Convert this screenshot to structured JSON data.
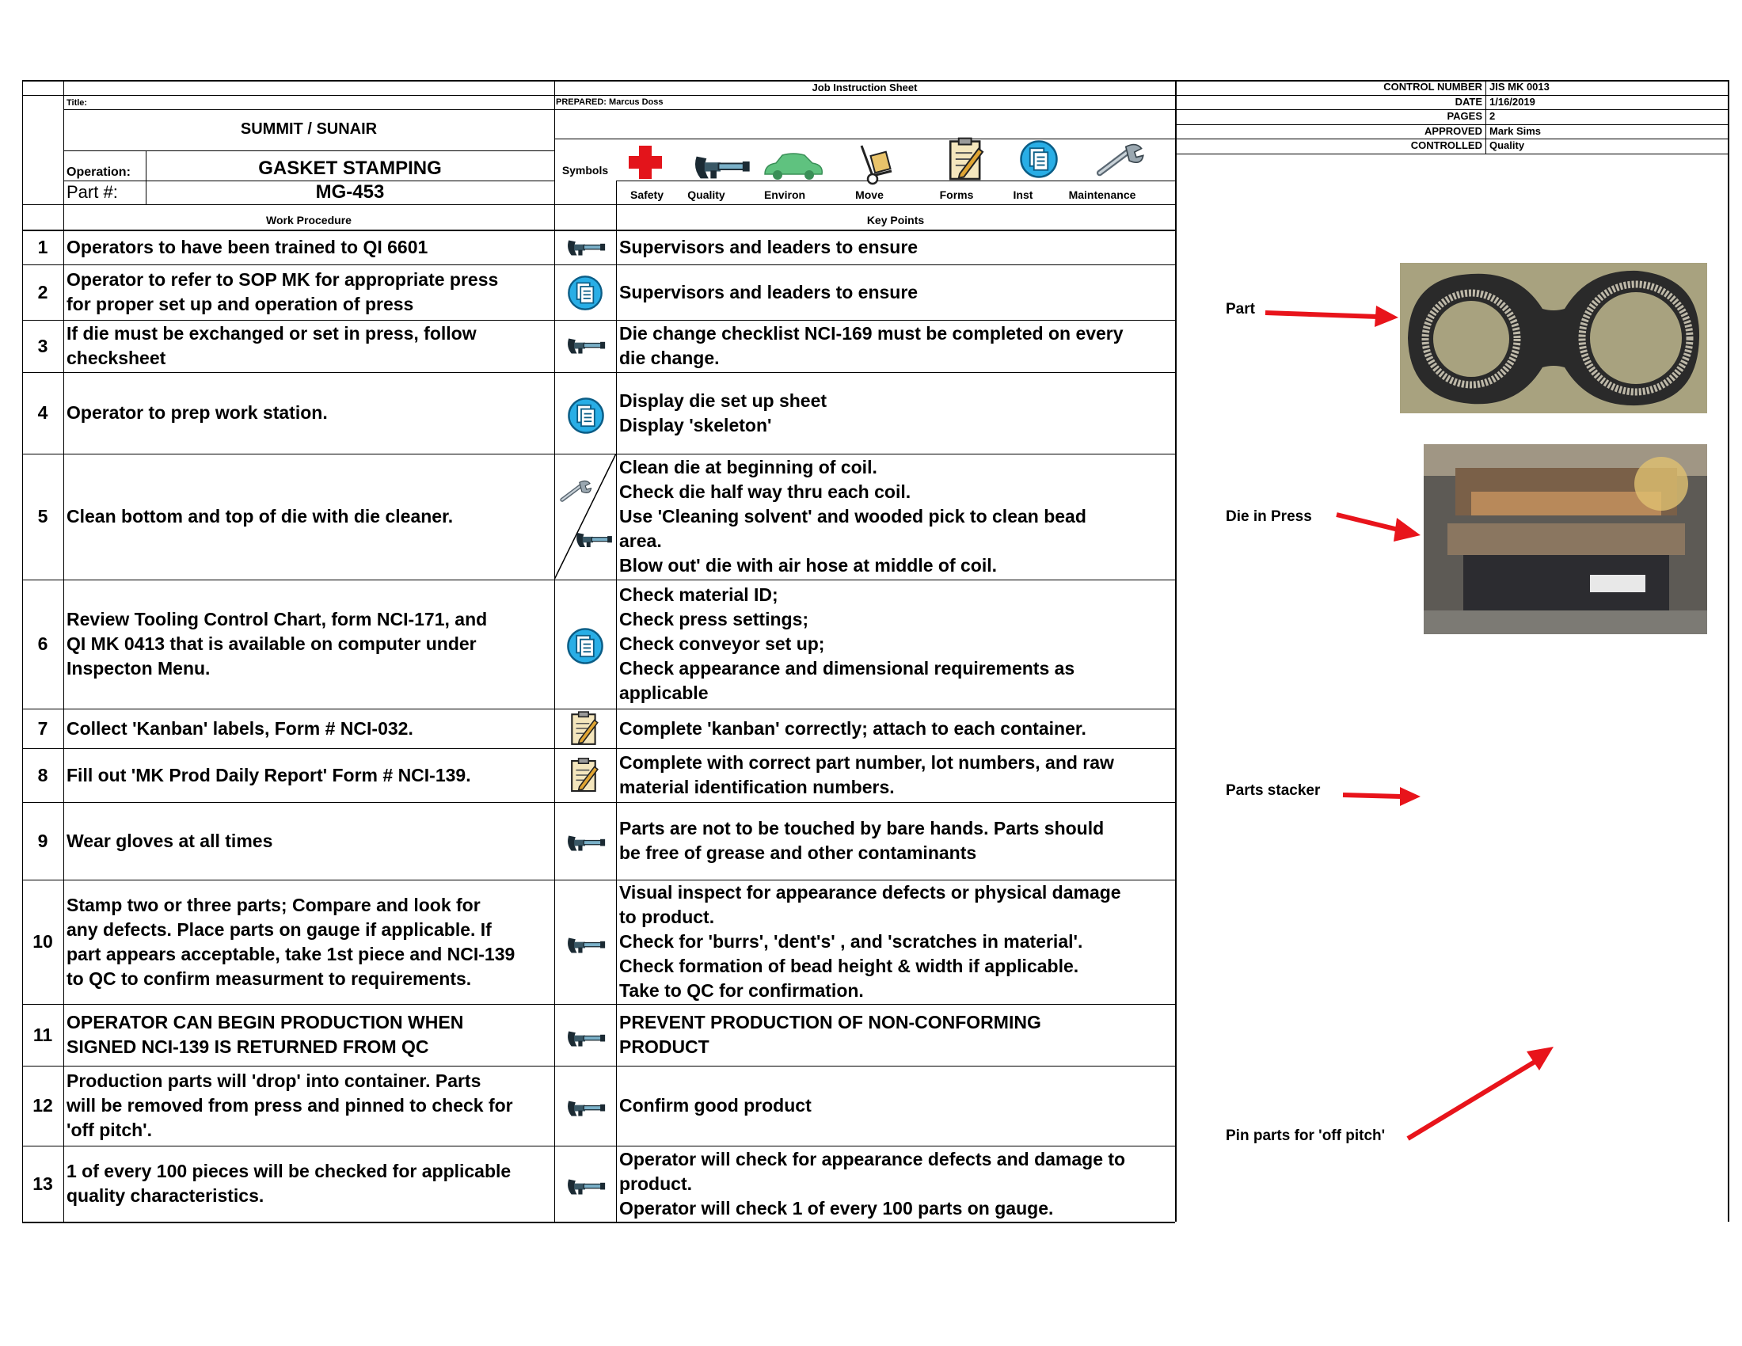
{
  "header": {
    "sheet_title": "Job Instruction Sheet",
    "title_label": "Title:",
    "prepared": "PREPARED: Marcus Doss",
    "company": "SUMMIT / SUNAIR",
    "operation_label": "Operation:",
    "operation": "GASKET STAMPING",
    "part_label": "Part #:",
    "part_number": "MG-453",
    "symbols_label": "Symbols",
    "work_procedure_label": "Work Procedure",
    "key_points_label": "Key Points"
  },
  "control": {
    "rows": [
      {
        "key": "CONTROL NUMBER",
        "value": "JIS MK 0013"
      },
      {
        "key": "DATE",
        "value": "1/16/2019"
      },
      {
        "key": "PAGES",
        "value": "2"
      },
      {
        "key": "APPROVED",
        "value": "Mark Sims"
      },
      {
        "key": "CONTROLLED",
        "value": "Quality"
      }
    ]
  },
  "symbols": [
    {
      "label": "Safety",
      "icon": "safety-cross-icon"
    },
    {
      "label": "Quality",
      "icon": "micrometer-icon"
    },
    {
      "label": "Environ",
      "icon": "car-icon"
    },
    {
      "label": "Move",
      "icon": "hand-truck-icon"
    },
    {
      "label": "Forms",
      "icon": "clipboard-icon"
    },
    {
      "label": "Inst",
      "icon": "document-icon"
    },
    {
      "label": "Maintenance",
      "icon": "wrench-icon"
    }
  ],
  "steps": [
    {
      "num": "1",
      "procedure": "Operators to have been trained to QI 6601",
      "icon": "micrometer-icon",
      "key": "Supervisors and leaders to ensure"
    },
    {
      "num": "2",
      "procedure": "Operator to refer to SOP MK for appropriate press\nfor proper set up and operation of press",
      "icon": "document-icon",
      "key": "Supervisors and leaders to ensure"
    },
    {
      "num": "3",
      "procedure": "If die must be exchanged or set in press, follow\nchecksheet",
      "icon": "micrometer-icon",
      "key": "Die change checklist NCI-169 must be completed on every\ndie change."
    },
    {
      "num": "4",
      "procedure": "Operator to prep work station.",
      "icon": "document-icon",
      "key": "Display die set up sheet\nDisplay 'skeleton'"
    },
    {
      "num": "5",
      "procedure": "Clean bottom and top of die with die cleaner.",
      "icon": "wrench-icon",
      "key": "Clean die at beginning of coil.\nCheck die half way thru each coil.\nUse 'Cleaning solvent' and wooded pick to clean bead\narea.\nBlow out' die with air hose at middle of coil."
    },
    {
      "num": "6",
      "procedure": "Review Tooling Control Chart, form NCI-171,  and\nQI MK 0413 that is available on computer under\nInspecton Menu.",
      "icon": "document-icon",
      "key": "Check material ID;\nCheck press settings;\nCheck conveyor set up;\nCheck appearance and dimensional requirements as\napplicable"
    },
    {
      "num": "7",
      "procedure": "Collect 'Kanban' labels, Form # NCI-032.",
      "icon": "clipboard-icon",
      "key": "Complete 'kanban' correctly; attach to each container."
    },
    {
      "num": "8",
      "procedure": "Fill out 'MK Prod Daily Report' Form # NCI-139.",
      "icon": "clipboard-icon",
      "key": "Complete with correct part number, lot numbers, and raw\nmaterial identification numbers."
    },
    {
      "num": "9",
      "procedure": "Wear gloves at all times",
      "icon": "micrometer-icon",
      "key": "Parts are not to be touched by bare hands.  Parts should\nbe free of grease and other contaminants"
    },
    {
      "num": "10",
      "procedure": "Stamp two or three parts;  Compare and look for\nany defects.  Place parts on gauge if applicable.  If\npart appears acceptable, take 1st piece and NCI-139\nto QC to confirm measurment to requirements.",
      "icon": "micrometer-icon",
      "key": "Visual inspect for appearance defects or physical damage\nto product.\nCheck for 'burrs', 'dent's' , and 'scratches in material'.\nCheck formation of bead height & width if applicable.\nTake to QC for confirmation."
    },
    {
      "num": "11",
      "procedure": "OPERATOR CAN BEGIN PRODUCTION WHEN\nSIGNED NCI-139 IS RETURNED FROM QC",
      "icon": "micrometer-icon",
      "key": "PREVENT PRODUCTION OF NON-CONFORMING\nPRODUCT"
    },
    {
      "num": "12",
      "procedure": "Production parts will 'drop' into container.  Parts\nwill be removed from press and pinned to check for\n'off pitch'.",
      "icon": "micrometer-icon",
      "key": "Confirm good product"
    },
    {
      "num": "13",
      "procedure": "1 of every 100 pieces will be checked for applicable\nquality characteristics.",
      "icon": "micrometer-icon",
      "key": "Operator will check for appearance defects and damage to\nproduct.\nOperator will check 1 of every 100 parts on gauge."
    }
  ],
  "annotations": [
    {
      "label": "Part"
    },
    {
      "label": "Die in Press"
    },
    {
      "label": "Parts stacker"
    },
    {
      "label": "Pin parts for 'off pitch'"
    }
  ],
  "colors": {
    "arrow": "#e8141b",
    "safety": "#e3141b",
    "car": "#5fc27f",
    "inst": "#1a9fd8"
  }
}
